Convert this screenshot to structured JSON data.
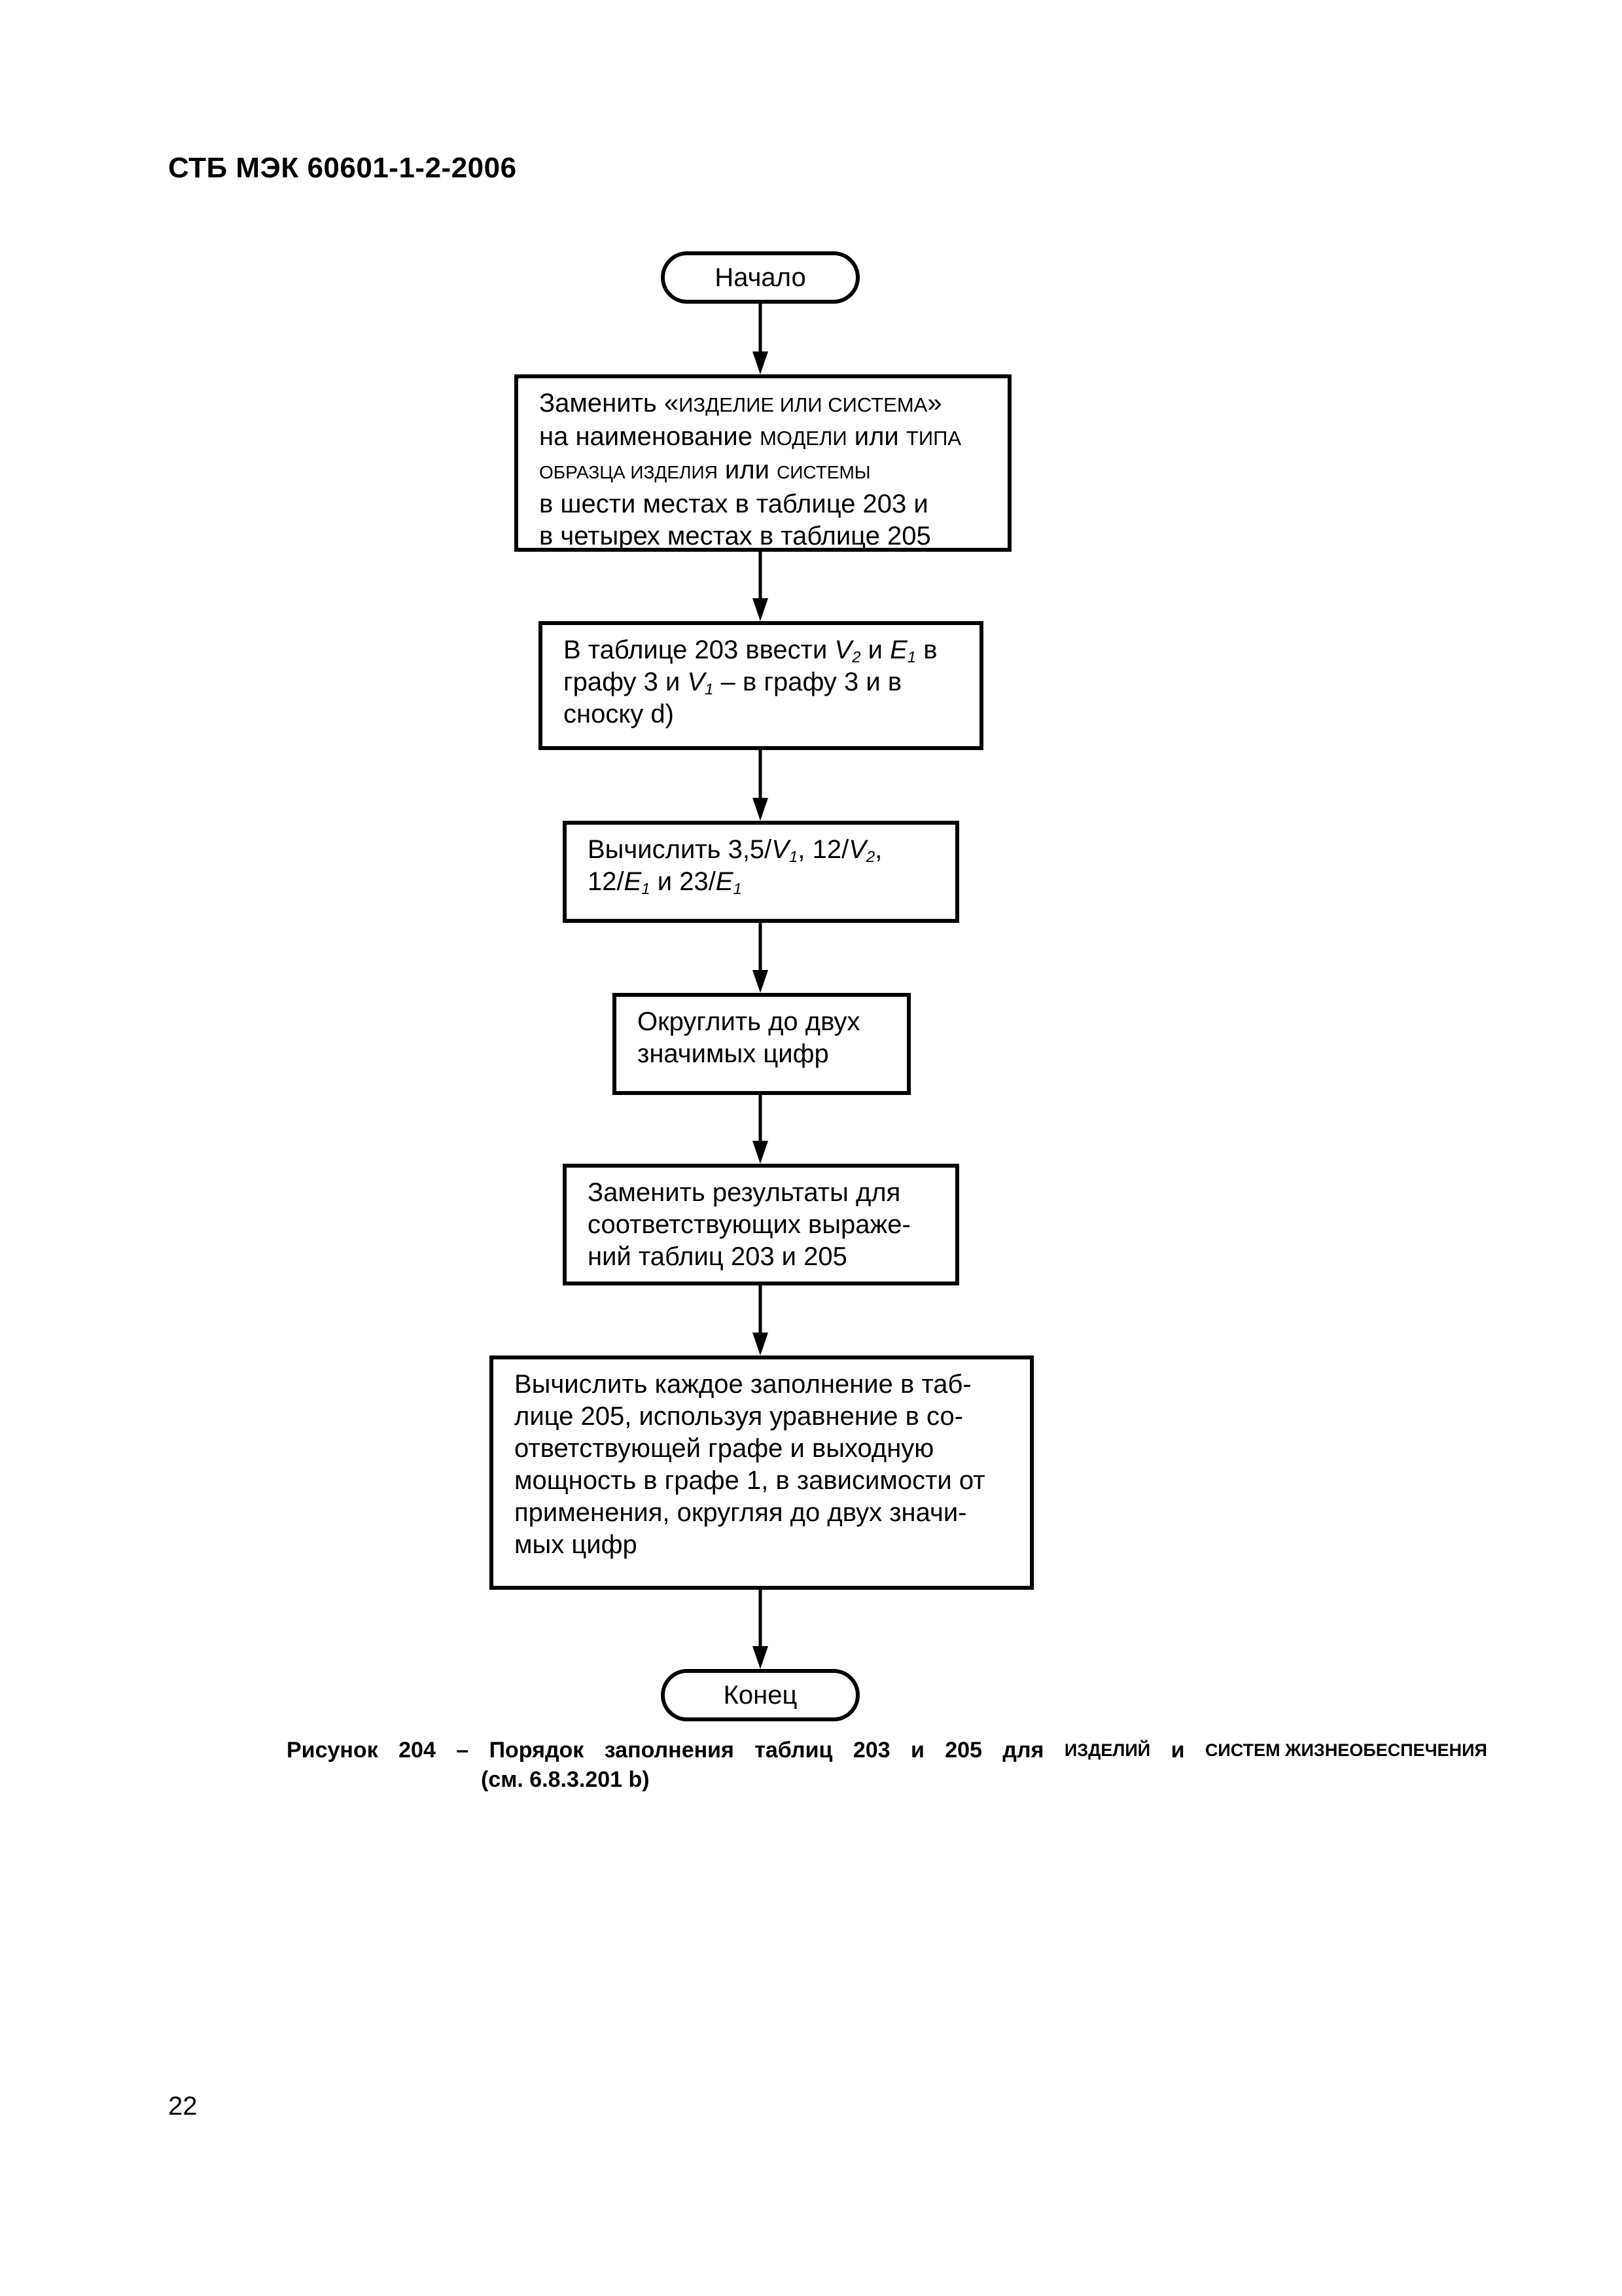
{
  "header": {
    "standard": "СТБ МЭК 60601-1-2-2006"
  },
  "flowchart": {
    "start": "Начало",
    "step1": {
      "l1a": "Заменить «",
      "l1sc": "ИЗДЕЛИЕ ИЛИ СИСТЕМА",
      "l1b": "»",
      "l2a": "на наименование ",
      "l2sc1": "МОДЕЛИ",
      "l2b": " или ",
      "l2sc2": "ТИПА",
      "l3sc1": "ОБРАЗЦА ИЗДЕЛИЯ",
      "l3b": " или ",
      "l3sc2": "СИСТЕМЫ",
      "l4": "в шести местах в таблице 203 и",
      "l5": "в четырех местах в таблице 205"
    },
    "step2": {
      "a": "В таблице 203 ввести ",
      "v": "V",
      "v_sub": "2",
      "and": " и ",
      "e": "E",
      "e_sub": "1",
      "in": " в",
      "b": "графу 3 и ",
      "v1": "V",
      "v1_sub": "1",
      "b2": " – в графу 3 и в",
      "c": "сноску d)"
    },
    "step3": {
      "a": "Вычислить 3,5/",
      "v1": "V",
      "v1_sub": "1",
      "a2": ", 12/",
      "v2": "V",
      "v2_sub": "2",
      "a3": ",",
      "b": "12/",
      "e1": "E",
      "e1_sub": "1",
      "b2": " и 23/",
      "e2": "E",
      "e2_sub": "1"
    },
    "step4": {
      "l1": "Округлить до двух",
      "l2": "значимых цифр"
    },
    "step5": {
      "l1": "Заменить результаты для",
      "l2": "соответствующих выраже-",
      "l3": "ний таблиц 203 и 205"
    },
    "step6": {
      "l1": "Вычислить каждое заполнение в таб-",
      "l2": "лице 205, используя уравнение в со-",
      "l3": "ответствующей графе и выходную",
      "l4": "мощность в графе 1, в зависимости от",
      "l5": "применения, округляя до двух значи-",
      "l6": "мых цифр"
    },
    "end": "Конец"
  },
  "caption": {
    "w1": "Рисунок",
    "w2": "204",
    "w3": "–",
    "w4": "Порядок",
    "w5": "заполнения",
    "w6": "таблиц",
    "w7": "203",
    "w8": "и",
    "w9": "205",
    "w10": "для",
    "sc1": "ИЗДЕЛИЙ",
    "w11": "и",
    "sc2": "СИСТЕМ ЖИЗНЕОБЕСПЕЧЕНИЯ",
    "line2": "(см. 6.8.3.201 b)"
  },
  "page_number": "22"
}
